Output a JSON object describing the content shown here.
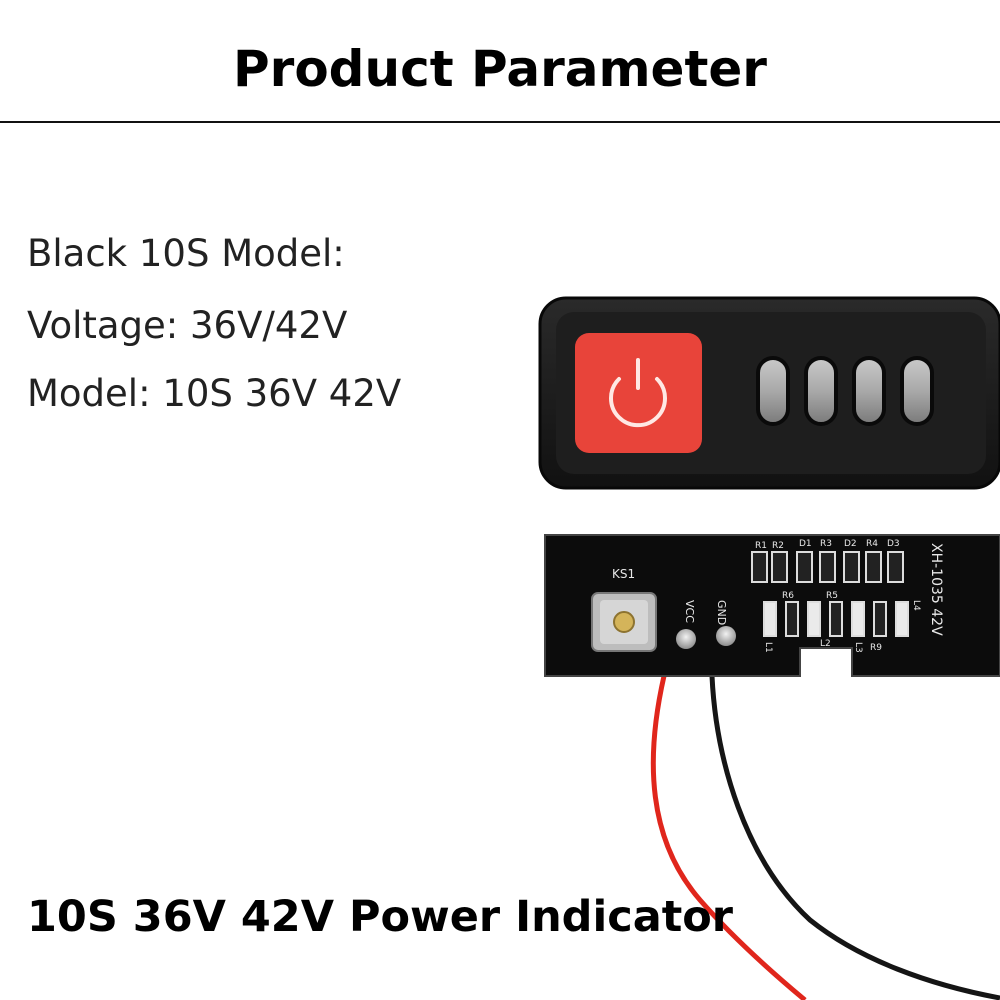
{
  "header": {
    "title": "Product Parameter"
  },
  "specs": {
    "line1": "Black 10S Model:",
    "line2": "Voltage: 36V/42V",
    "line3": "Model: 10S 36V 42V"
  },
  "caption": "10S 36V 42V Power Indicator",
  "pcb": {
    "switch_label": "KS1",
    "vcc_label": "VCC",
    "gnd_label": "GND",
    "model_label": "XH-1035 42V",
    "component_labels": [
      "R1",
      "R2",
      "D1",
      "R3",
      "D2",
      "R4",
      "D3",
      "R6",
      "R5",
      "L1",
      "L2",
      "L3",
      "L4",
      "R9"
    ]
  },
  "colors": {
    "button_red": "#e8443a",
    "case_black": "#1c1c1c",
    "pcb_black": "#0c0c0c",
    "wire_red": "#e0261c",
    "wire_black": "#151515"
  }
}
